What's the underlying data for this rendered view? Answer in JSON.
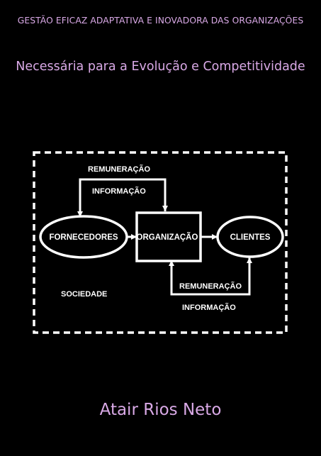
{
  "cover": {
    "title": "GESTÃO EFICAZ ADAPTATIVA E INOVADORA DAS ORGANIZAÇÕES",
    "subtitle": "Necessária para a Evolução e Competitividade",
    "author": "Atair Rios Neto"
  },
  "diagram": {
    "nodes": {
      "suppliers": "FORNECEDORES",
      "organization": "ORGANIZAÇÃO",
      "clients": "CLIENTES"
    },
    "top_loop": {
      "label_1": "REMUNERAÇÃO",
      "label_2": "INFORMAÇÃO"
    },
    "bottom_loop": {
      "label_1": "REMUNERAÇÃO",
      "label_2": "INFORMAÇÃO"
    },
    "environment_label": "SOCIEDADE"
  },
  "colors": {
    "background": "#000000",
    "text_accent": "#d9a9e6",
    "diagram": "#ffffff"
  }
}
